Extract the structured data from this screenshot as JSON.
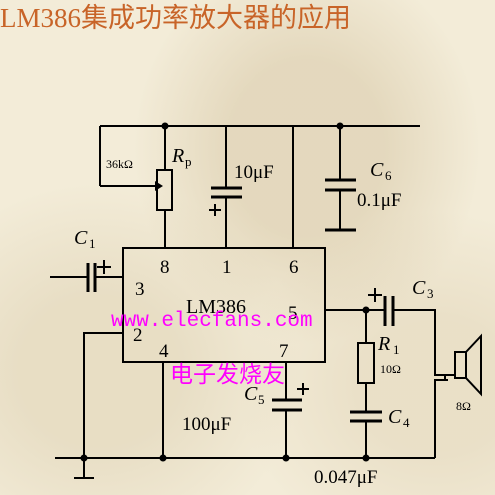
{
  "title": "LM386集成功率放大器的应用",
  "chip": {
    "name": "LM386",
    "pins": {
      "p1": "1",
      "p2": "2",
      "p3": "3",
      "p4": "4",
      "p5": "5",
      "p6": "6",
      "p7": "7",
      "p8": "8"
    }
  },
  "components": {
    "c1": {
      "letter": "C",
      "sub": "1"
    },
    "rp": {
      "letter": "R",
      "sub": "p",
      "value": "36kΩ"
    },
    "cap10": {
      "value": "10μF"
    },
    "c6": {
      "letter": "C",
      "sub": "6",
      "value": "0.1μF"
    },
    "c3": {
      "letter": "C",
      "sub": "3"
    },
    "r1": {
      "letter": "R",
      "sub": "1",
      "value": "10Ω"
    },
    "c4": {
      "letter": "C",
      "sub": "4",
      "value": "0.047μF"
    },
    "c5": {
      "letter": "C",
      "sub": "5",
      "value": "100μF"
    },
    "speaker": {
      "value": "8Ω"
    }
  },
  "watermark": {
    "url": "www.elecfans.com",
    "cn": "电子发烧友"
  },
  "colors": {
    "title": "#c86428",
    "watermark": "#ff00ff",
    "background": "#f3ecd8"
  }
}
